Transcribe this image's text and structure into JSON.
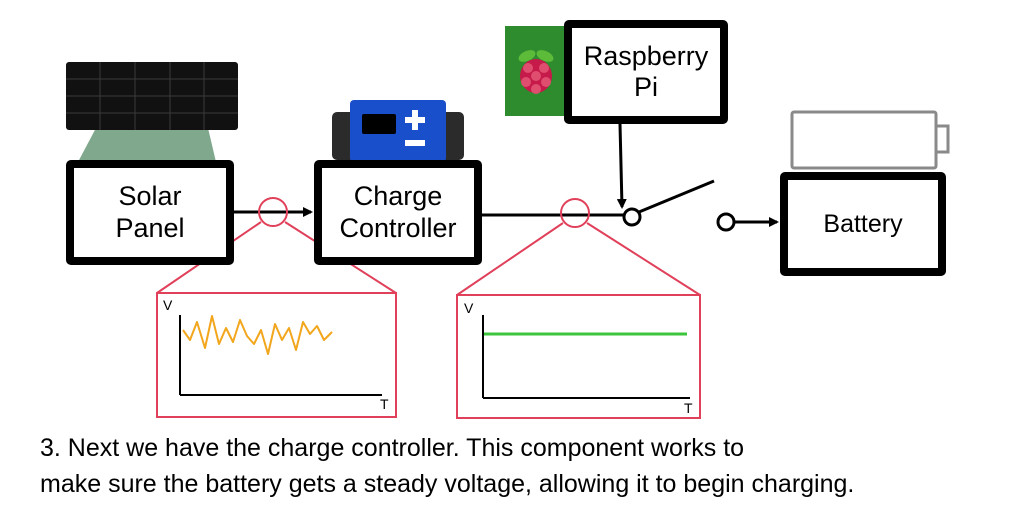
{
  "components": {
    "solar_panel": [
      "Solar",
      "Panel"
    ],
    "charge_controller": [
      "Charge",
      "Controller"
    ],
    "raspberry_pi": [
      "Raspberry",
      "Pi"
    ],
    "battery": "Battery"
  },
  "graphs": {
    "unregulated": {
      "y_axis": "V",
      "x_axis": "T",
      "line_color": "#f2a61c"
    },
    "regulated": {
      "y_axis": "V",
      "x_axis": "T",
      "line_color": "#3cc43c"
    }
  },
  "colors": {
    "magnifier": "#e0405a",
    "light_beam": "#7fa88c",
    "controller_blue": "#1a4fcc",
    "pi_green": "#2e8b2e"
  },
  "icons": [
    "solar-panel-icon",
    "charge-controller-icon",
    "raspberry-pi-logo-icon",
    "battery-outline-icon",
    "switch-icon"
  ],
  "caption": {
    "line1": "3. Next we have the charge controller. This component works to",
    "line2": "make sure the battery gets a steady voltage, allowing it to begin charging."
  }
}
